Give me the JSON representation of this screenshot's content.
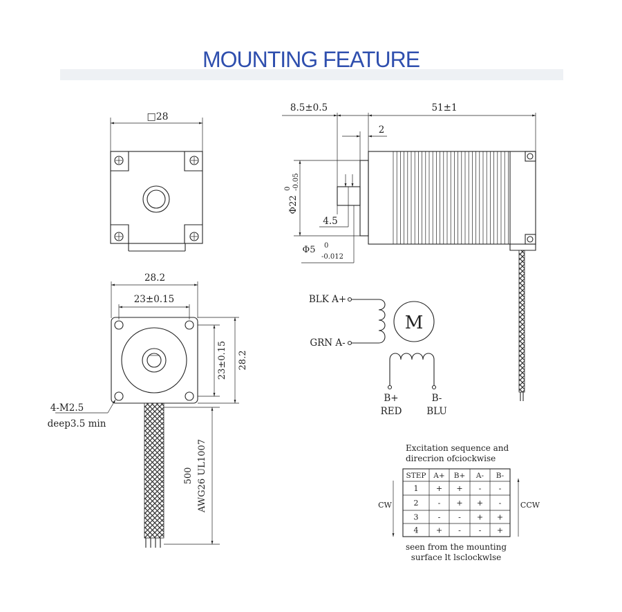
{
  "title": "MOUNTING FEATURE",
  "front_view": {
    "square_label": "□28"
  },
  "side_view": {
    "dim_shaft_protrusion": "8.5±0.5",
    "dim_body_length": "51±1",
    "dim_step": "2",
    "dim_pilot_diameter": "Φ22",
    "dim_pilot_tol_upper": "0",
    "dim_pilot_tol_lower": "-0.05",
    "dim_flat": "4.5",
    "dim_shaft_diameter": "Φ5",
    "dim_shaft_tol_upper": "0",
    "dim_shaft_tol_lower": "-0.012"
  },
  "rear_view": {
    "dim_width": "28.2",
    "dim_hole_spacing_h": "23±0.15",
    "dim_hole_spacing_v": "23±0.15",
    "dim_height": "28.2",
    "hole_note_1": "4-M2.5",
    "hole_note_2": "deep3.5 min",
    "lead_length": "500",
    "lead_spec": "AWG26 UL1007"
  },
  "wiring": {
    "label_a_plus": "BLK A+",
    "label_a_minus": "GRN A-",
    "motor_symbol": "M",
    "label_b_plus": "B+",
    "label_b_minus": "B-",
    "color_b_plus": "RED",
    "color_b_minus": "BLU"
  },
  "sequence": {
    "caption_line1": "Excitation sequence and",
    "caption_line2": "direcrion ofciockwise",
    "headers": [
      "STEP",
      "A+",
      "B+",
      "A-",
      "B-"
    ],
    "rows": [
      [
        "1",
        "+",
        "+",
        "-",
        "-"
      ],
      [
        "2",
        "-",
        "+",
        "+",
        "-"
      ],
      [
        "3",
        "-",
        "-",
        "+",
        "+"
      ],
      [
        "4",
        "+",
        "-",
        "-",
        "+"
      ]
    ],
    "left_label": "CW",
    "right_label": "CCW",
    "footer_line1": "seen from the mounting",
    "footer_line2": "surface lt lsclockwlse"
  }
}
